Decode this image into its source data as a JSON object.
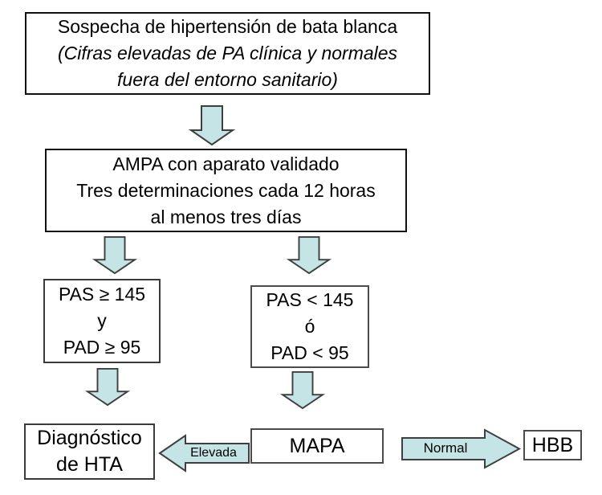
{
  "colors": {
    "arrow_fill": "#c5e4e6",
    "box_background": "#ffffff",
    "box_border": "#2e2e2e"
  },
  "nodes": {
    "suspicion": {
      "line1": "Sospecha de hipertensión de bata blanca",
      "line2": "(Cifras elevadas de PA clínica y normales",
      "line3": "fuera del entorno sanitario)"
    },
    "ampa": {
      "line1": "AMPA con aparato validado",
      "line2": "Tres determinaciones cada 12 horas",
      "line3": "al menos tres días"
    },
    "pas_high": {
      "line1": "PAS ≥ 145",
      "line2": "y",
      "line3": "PAD ≥ 95"
    },
    "pas_low": {
      "line1": "PAS < 145",
      "line2": "ó",
      "line3": "PAD < 95"
    },
    "diagnosis": {
      "line1": "Diagnóstico",
      "line2": "de HTA"
    },
    "mapa": {
      "label": "MAPA"
    },
    "hbb": {
      "label": "HBB"
    }
  },
  "arrows": {
    "elevada_label": "Elevada",
    "normal_label": "Normal"
  }
}
